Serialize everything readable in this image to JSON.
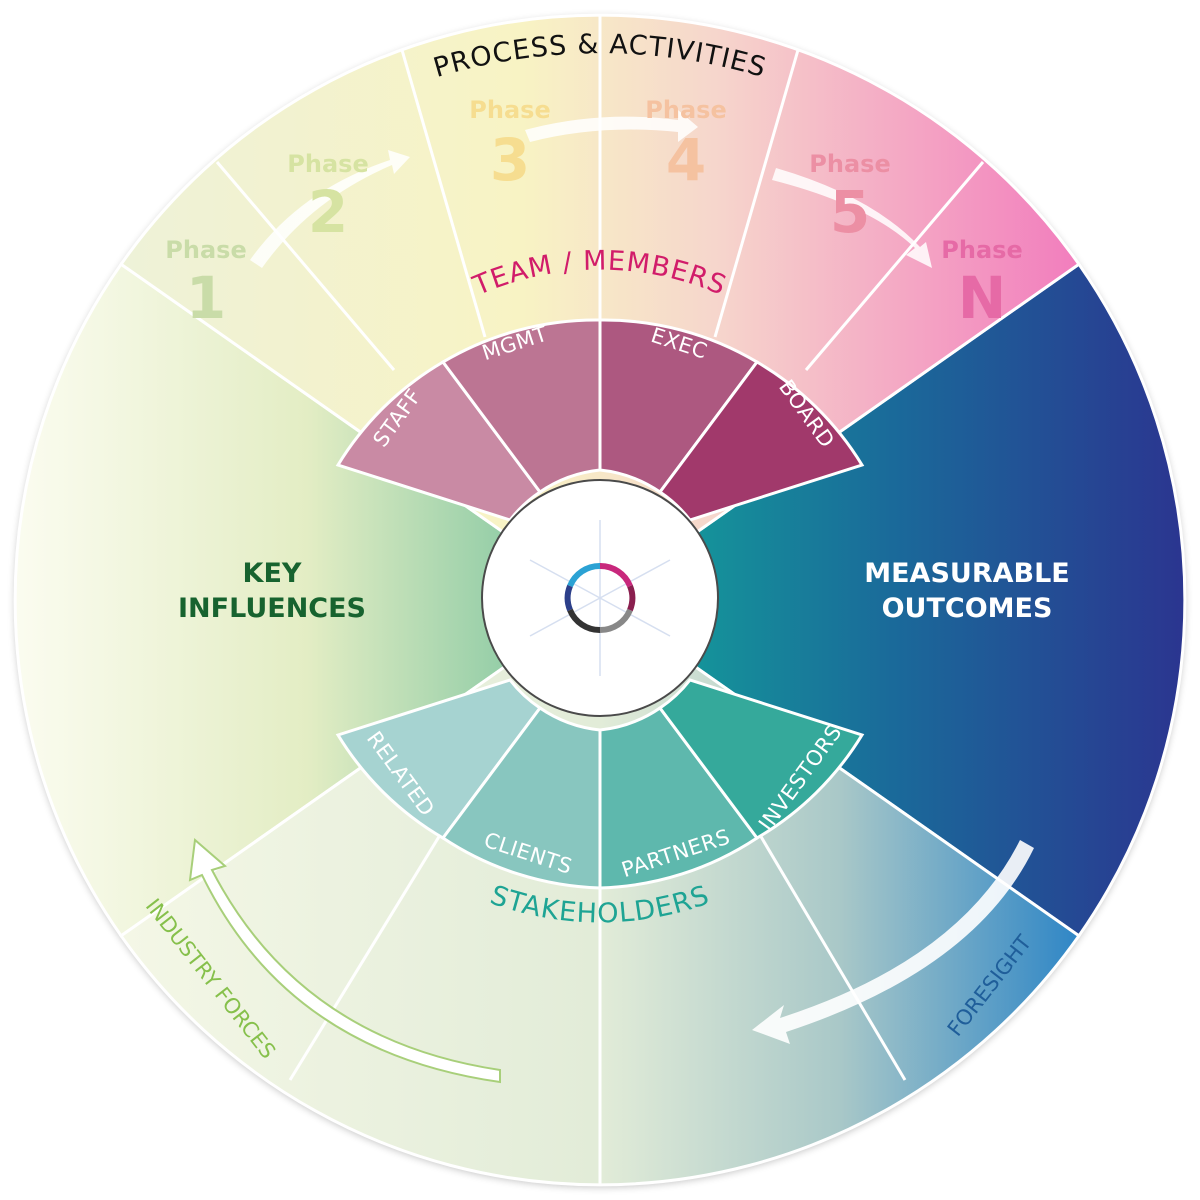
{
  "titles": {
    "process": "PROCESS & ACTIVITIES",
    "team": "TEAM / MEMBERS",
    "stakeholders": "STAKEHOLDERS",
    "key_influences_line1": "KEY",
    "key_influences_line2": "INFLUENCES",
    "outcomes_line1": "MEASURABLE",
    "outcomes_line2": "OUTCOMES",
    "industry_forces": "INDUSTRY FORCES",
    "foresight": "FORESIGHT"
  },
  "phases": [
    {
      "word": "Phase",
      "num": "1",
      "color": "#c9dca8"
    },
    {
      "word": "Phase",
      "num": "2",
      "color": "#d6e3a2"
    },
    {
      "word": "Phase",
      "num": "3",
      "color": "#f6dd90"
    },
    {
      "word": "Phase",
      "num": "4",
      "color": "#f5c2a0"
    },
    {
      "word": "Phase",
      "num": "5",
      "color": "#ec8fa4"
    },
    {
      "word": "Phase",
      "num": "N",
      "color": "#e66aa6"
    }
  ],
  "team_members": [
    "STAFF",
    "MGMT",
    "EXEC",
    "BOARD"
  ],
  "stakeholder_groups": [
    "RELATED",
    "CLIENTS",
    "PARTNERS",
    "INVESTORS"
  ],
  "colors": {
    "team_title": "#d11c6a",
    "stakeholders_title": "#1ea494",
    "key_influences": "#17632f",
    "outcomes": "#ffffff",
    "industry_forces": "#86c04b",
    "foresight": "#1f5e9a"
  }
}
